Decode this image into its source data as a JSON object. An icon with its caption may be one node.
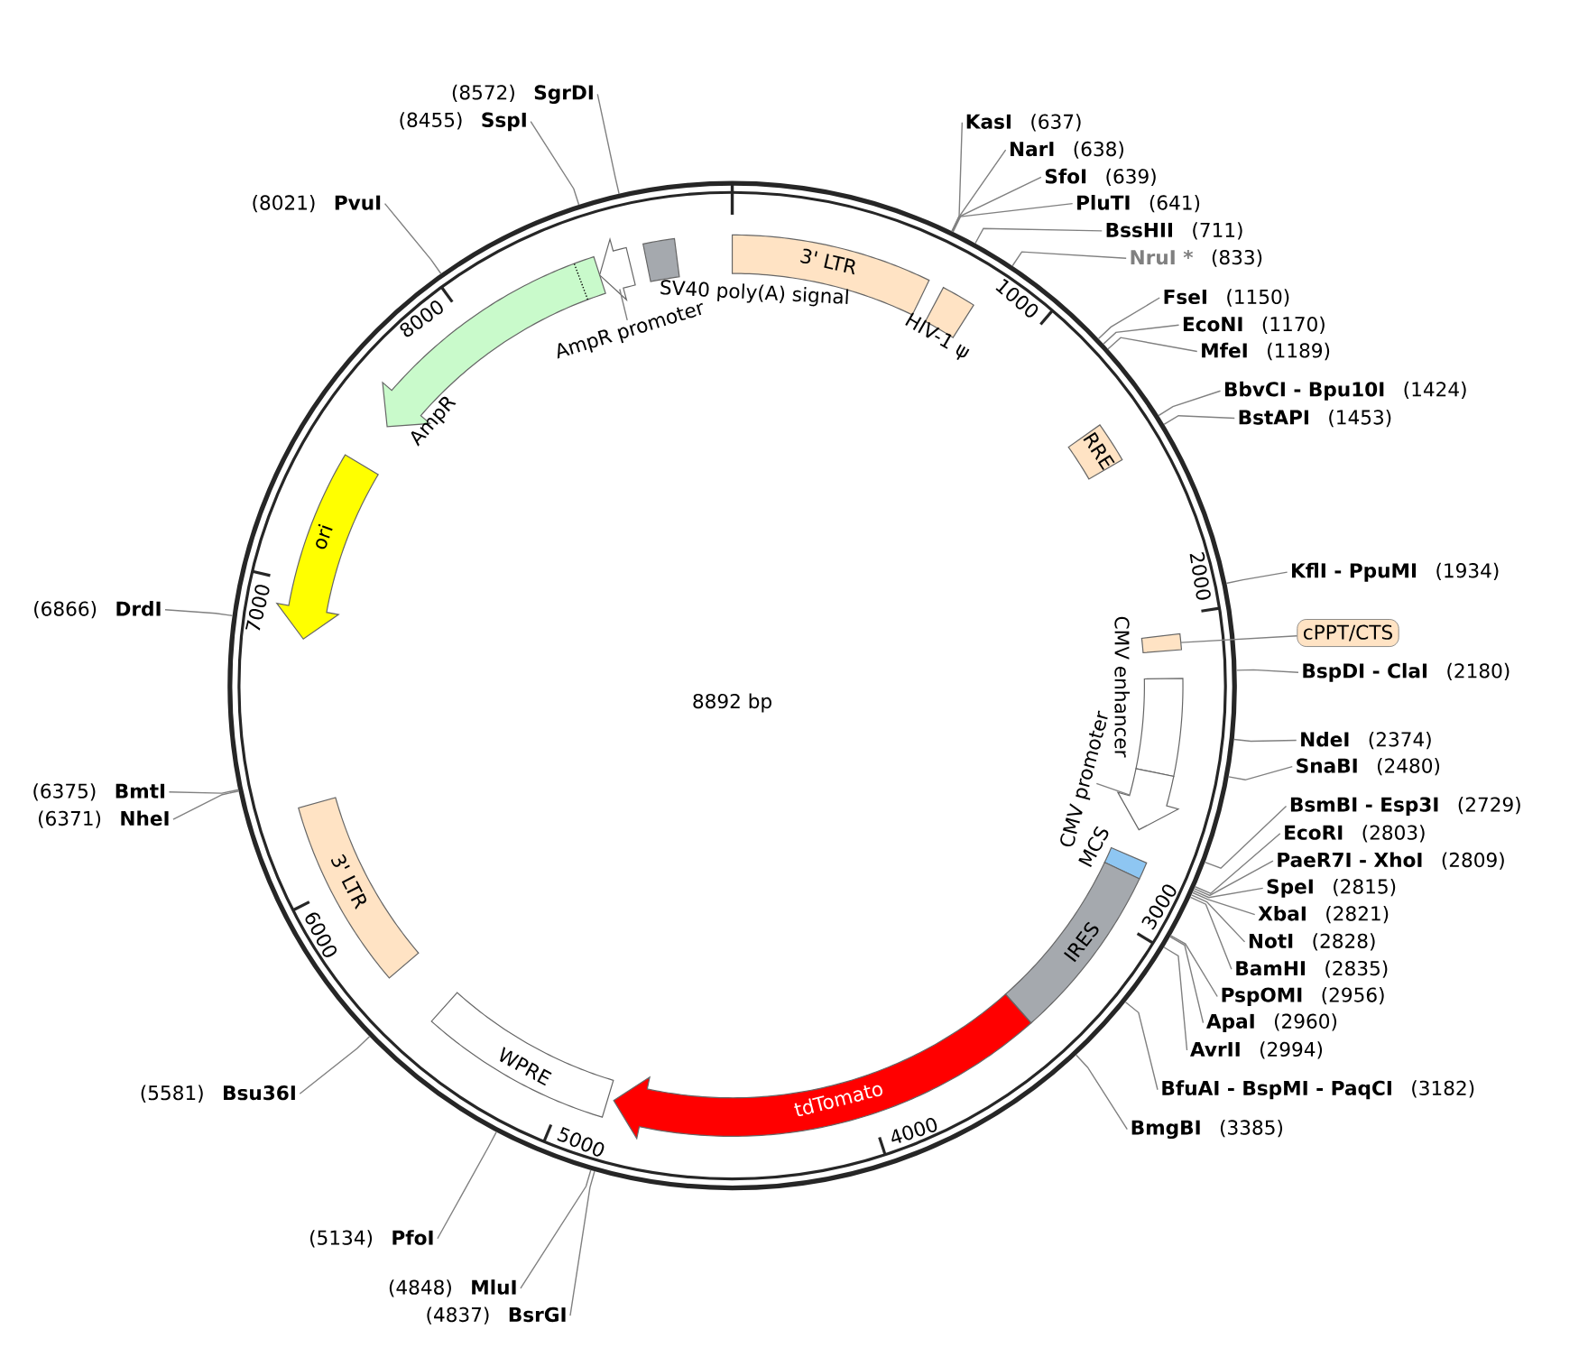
{
  "diagram": {
    "nodes": [
      {
        "text": [],
        "shape": "circle"
      },
      {
        "text": [
          "3' LTR"
        ],
        "in": 0
      },
      {
        "text": [
          "HIV-1 ψ"
        ],
        "in": 0
      },
      {
        "text": [
          "RRE"
        ],
        "in": 0
      },
      {
        "text": [
          "cPPT/CTS"
        ]
      },
      {
        "text": [],
        "shape": "box",
        "in": 0
      },
      {
        "text": [
          "CMV enhancer"
        ],
        "in": 0
      },
      {
        "text": [],
        "shape": "arrow",
        "in": 0
      },
      {
        "text": [
          "CMV promoter"
        ],
        "in": 0
      },
      {
        "text": [
          "MCS"
        ],
        "in": 0
      },
      {
        "text": [
          "IRES"
        ],
        "in": 0
      },
      {
        "text": [
          "tdTomato"
        ],
        "in": 0
      },
      {
        "text": [
          "WPRE"
        ],
        "in": 0
      },
      {
        "text": [
          "3' LTR"
        ],
        "in": 0
      },
      {
        "text": [
          "ori"
        ],
        "in": 0
      },
      {
        "text": [
          "AmpR"
        ],
        "in": 0
      },
      {
        "text": [],
        "shape": "arrow",
        "in": 0
      },
      {
        "text": [
          "AmpR promoter"
        ],
        "in": 0
      },
      {
        "text": [
          "SV40 poly(A) signal"
        ],
        "in": 0
      },
      {
        "text": [
          "KasI",
          "(637)"
        ]
      },
      {
        "text": [
          "NarI",
          "(638)"
        ]
      },
      {
        "text": [
          "SfoI",
          "(639)"
        ]
      },
      {
        "text": [
          "PluTI",
          "(641)"
        ]
      },
      {
        "text": [
          "BssHII",
          "(711)"
        ]
      },
      {
        "text": [
          "NruI *",
          "(833)"
        ]
      },
      {
        "text": [
          "FseI",
          "(1150)"
        ]
      },
      {
        "text": [
          "EcoNI",
          "(1170)"
        ]
      },
      {
        "text": [
          "MfeI",
          "(1189)"
        ]
      },
      {
        "text": [
          "BbvCI - Bpu10I",
          "(1424)"
        ]
      },
      {
        "text": [
          "BstAPI",
          "(1453)"
        ]
      },
      {
        "text": [
          "KflI - PpuMI",
          "(1934)"
        ]
      },
      {
        "text": [
          "BspDI - ClaI",
          "(2180)"
        ]
      },
      {
        "text": [
          "NdeI",
          "(2374)"
        ]
      },
      {
        "text": [
          "SnaBI",
          "(2480)"
        ]
      },
      {
        "text": [
          "BsmBI - Esp3I",
          "(2729)"
        ]
      },
      {
        "text": [
          "EcoRI",
          "(2803)"
        ]
      },
      {
        "text": [
          "PaeR7I - XhoI",
          "(2809)"
        ]
      },
      {
        "text": [
          "SpeI",
          "(2815)"
        ]
      },
      {
        "text": [
          "XbaI",
          "(2821)"
        ]
      },
      {
        "text": [
          "NotI",
          "(2828)"
        ]
      },
      {
        "text": [
          "BamHI",
          "(2835)"
        ]
      },
      {
        "text": [
          "PspOMI",
          "(2956)"
        ]
      },
      {
        "text": [
          "ApaI",
          "(2960)"
        ]
      },
      {
        "text": [
          "AvrII",
          "(2994)"
        ]
      },
      {
        "text": [
          "BfuAI - BspMI - PaqCI",
          "(3182)"
        ]
      },
      {
        "text": [
          "BmgBI",
          "(3385)"
        ]
      },
      {
        "text": [
          "(8572)",
          "SgrDI"
        ]
      },
      {
        "text": [
          "(8455)",
          "SspI"
        ]
      },
      {
        "text": [
          "(8021)",
          "PvuI"
        ]
      },
      {
        "text": [
          "(6866)",
          "DrdI"
        ]
      },
      {
        "text": [
          "(6375)",
          "BmtI"
        ]
      },
      {
        "text": [
          "(6371)",
          "NheI"
        ]
      },
      {
        "text": [
          "(5581)",
          "Bsu36I"
        ]
      },
      {
        "text": [
          "(5134)",
          "PfoI"
        ]
      },
      {
        "text": [
          "(4848)",
          "MluI"
        ]
      },
      {
        "text": [
          "(4837)",
          "BsrGI"
        ]
      }
    ],
    "edges": [
      {
        "from": 4,
        "to": 5,
        "arrow": "none"
      },
      {
        "from": 8,
        "to": 7,
        "arrow": "none"
      },
      {
        "from": 17,
        "to": 16,
        "arrow": "none"
      },
      {
        "from": 19,
        "to": 0,
        "arrow": "none"
      },
      {
        "from": 20,
        "to": 0,
        "arrow": "none"
      },
      {
        "from": 21,
        "to": 0,
        "arrow": "none"
      },
      {
        "from": 22,
        "to": 0,
        "arrow": "none"
      },
      {
        "from": 23,
        "to": 0,
        "arrow": "none"
      },
      {
        "from": 24,
        "to": 0,
        "arrow": "none"
      },
      {
        "from": 25,
        "to": 0,
        "arrow": "none"
      },
      {
        "from": 26,
        "to": 0,
        "arrow": "none"
      },
      {
        "from": 27,
        "to": 0,
        "arrow": "none"
      },
      {
        "from": 28,
        "to": 0,
        "arrow": "none"
      },
      {
        "from": 29,
        "to": 0,
        "arrow": "none"
      },
      {
        "from": 30,
        "to": 0,
        "arrow": "none"
      },
      {
        "from": 31,
        "to": 0,
        "arrow": "none"
      },
      {
        "from": 32,
        "to": 0,
        "arrow": "none"
      },
      {
        "from": 33,
        "to": 0,
        "arrow": "none"
      },
      {
        "from": 34,
        "to": 0,
        "arrow": "none"
      },
      {
        "from": 35,
        "to": 0,
        "arrow": "none"
      },
      {
        "from": 36,
        "to": 0,
        "arrow": "none"
      },
      {
        "from": 37,
        "to": 0,
        "arrow": "none"
      },
      {
        "from": 38,
        "to": 0,
        "arrow": "none"
      },
      {
        "from": 39,
        "to": 0,
        "arrow": "none"
      },
      {
        "from": 40,
        "to": 0,
        "arrow": "none"
      },
      {
        "from": 41,
        "to": 0,
        "arrow": "none"
      },
      {
        "from": 42,
        "to": 0,
        "arrow": "none"
      },
      {
        "from": 43,
        "to": 0,
        "arrow": "none"
      },
      {
        "from": 44,
        "to": 0,
        "arrow": "none"
      },
      {
        "from": 45,
        "to": 0,
        "arrow": "none"
      },
      {
        "from": 46,
        "to": 0,
        "arrow": "none"
      },
      {
        "from": 47,
        "to": 0,
        "arrow": "none"
      },
      {
        "from": 48,
        "to": 0,
        "arrow": "none"
      },
      {
        "from": 49,
        "to": 0,
        "arrow": "none"
      },
      {
        "from": 50,
        "to": 0,
        "arrow": "none"
      },
      {
        "from": 51,
        "to": 0,
        "arrow": "none"
      },
      {
        "from": 52,
        "to": 0,
        "arrow": "none"
      },
      {
        "from": 53,
        "to": 0,
        "arrow": "none"
      },
      {
        "from": 54,
        "to": 0,
        "arrow": "none"
      },
      {
        "from": 55,
        "to": 0,
        "arrow": "none"
      }
    ],
    "labels": [
      "8892 bp",
      "1000",
      "2000",
      "3000",
      "4000",
      "5000",
      "6000",
      "7000",
      "8000"
    ]
  }
}
